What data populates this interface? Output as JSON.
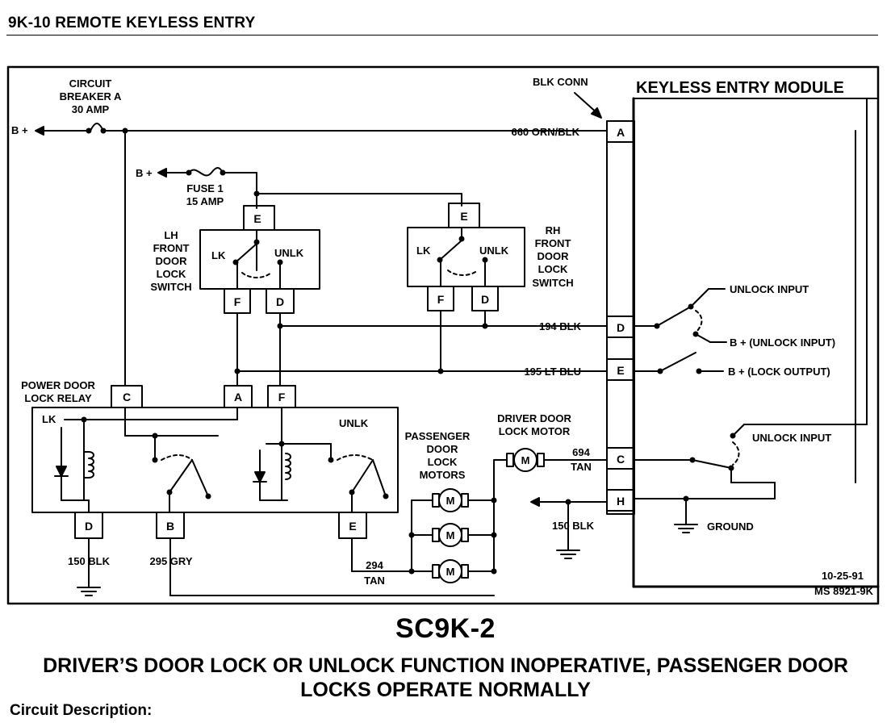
{
  "header": {
    "title": "9K-10 REMOTE KEYLESS ENTRY"
  },
  "diagram": {
    "module_title": "KEYLESS ENTRY MODULE",
    "blk_conn": "BLK CONN",
    "circuit_breaker": [
      "CIRCUIT",
      "BREAKER A",
      "30 AMP"
    ],
    "b_plus": "B +",
    "fuse": [
      "FUSE 1",
      "15 AMP"
    ],
    "lh_switch_label": [
      "LH",
      "FRONT",
      "DOOR",
      "LOCK",
      "SWITCH"
    ],
    "rh_switch_label": [
      "RH",
      "FRONT",
      "DOOR",
      "LOCK",
      "SWITCH"
    ],
    "lk": "LK",
    "unlk": "UNLK",
    "relay_label": [
      "POWER DOOR",
      "LOCK RELAY"
    ],
    "passenger_motors_label": [
      "PASSENGER",
      "DOOR",
      "LOCK",
      "MOTORS"
    ],
    "driver_motor_label": [
      "DRIVER DOOR",
      "LOCK MOTOR"
    ],
    "motor_symbol": "M",
    "pins": {
      "A": "A",
      "B": "B",
      "C": "C",
      "D": "D",
      "E": "E",
      "F": "F",
      "H": "H"
    },
    "wires": {
      "w660": "660 ORN/BLK",
      "w194": "194 BLK",
      "w195": "195 LT BLU",
      "w694": "694",
      "tan": "TAN",
      "w294": "294",
      "w150": "150 BLK",
      "w295": "295 GRY"
    },
    "module_labels": {
      "unlock_input": "UNLOCK INPUT",
      "b_unlock_input": "B + (UNLOCK INPUT)",
      "b_lock_output": "B + (LOCK OUTPUT)",
      "ground": "GROUND"
    },
    "date": "10-25-91",
    "ms_number": "MS 8921-9K"
  },
  "chart_code": "SC9K-2",
  "symptom": [
    "DRIVER’S DOOR LOCK OR UNLOCK FUNCTION INOPERATIVE, PASSENGER DOOR",
    "LOCKS OPERATE NORMALLY"
  ],
  "section_heading": "Circuit Description:"
}
